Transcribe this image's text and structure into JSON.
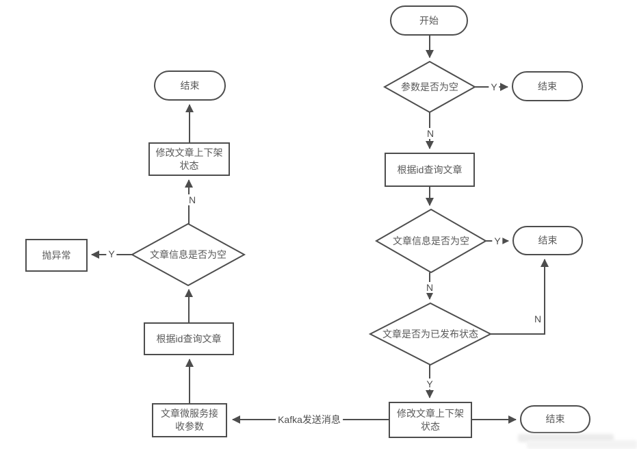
{
  "diagram": {
    "colors": {
      "line": "#4d4d4d",
      "text": "#595959",
      "node_bg": "#ffffff",
      "watermark": "#ececec"
    },
    "nodes": {
      "right_start": "开始",
      "right_decision_params": "参数是否为空",
      "right_end_top": "结束",
      "right_process_query": "根据id查询文章",
      "right_decision_article_info": "文章信息是否为空",
      "right_end_mid": "结束",
      "right_decision_published": "文章是否为已发布状态",
      "right_process_update": "修改文章上下架状态",
      "right_end_bottom": "结束",
      "left_end": "结束",
      "left_process_update": "修改文章上下架状态",
      "left_decision_article_info": "文章信息是否为空",
      "left_process_throw": "抛异常",
      "left_process_query": "根据id查询文章",
      "left_process_receive": "文章微服务接收参数"
    },
    "edge_labels": {
      "yes": "Y",
      "no": "N",
      "kafka": "Kafka发送消息"
    }
  }
}
